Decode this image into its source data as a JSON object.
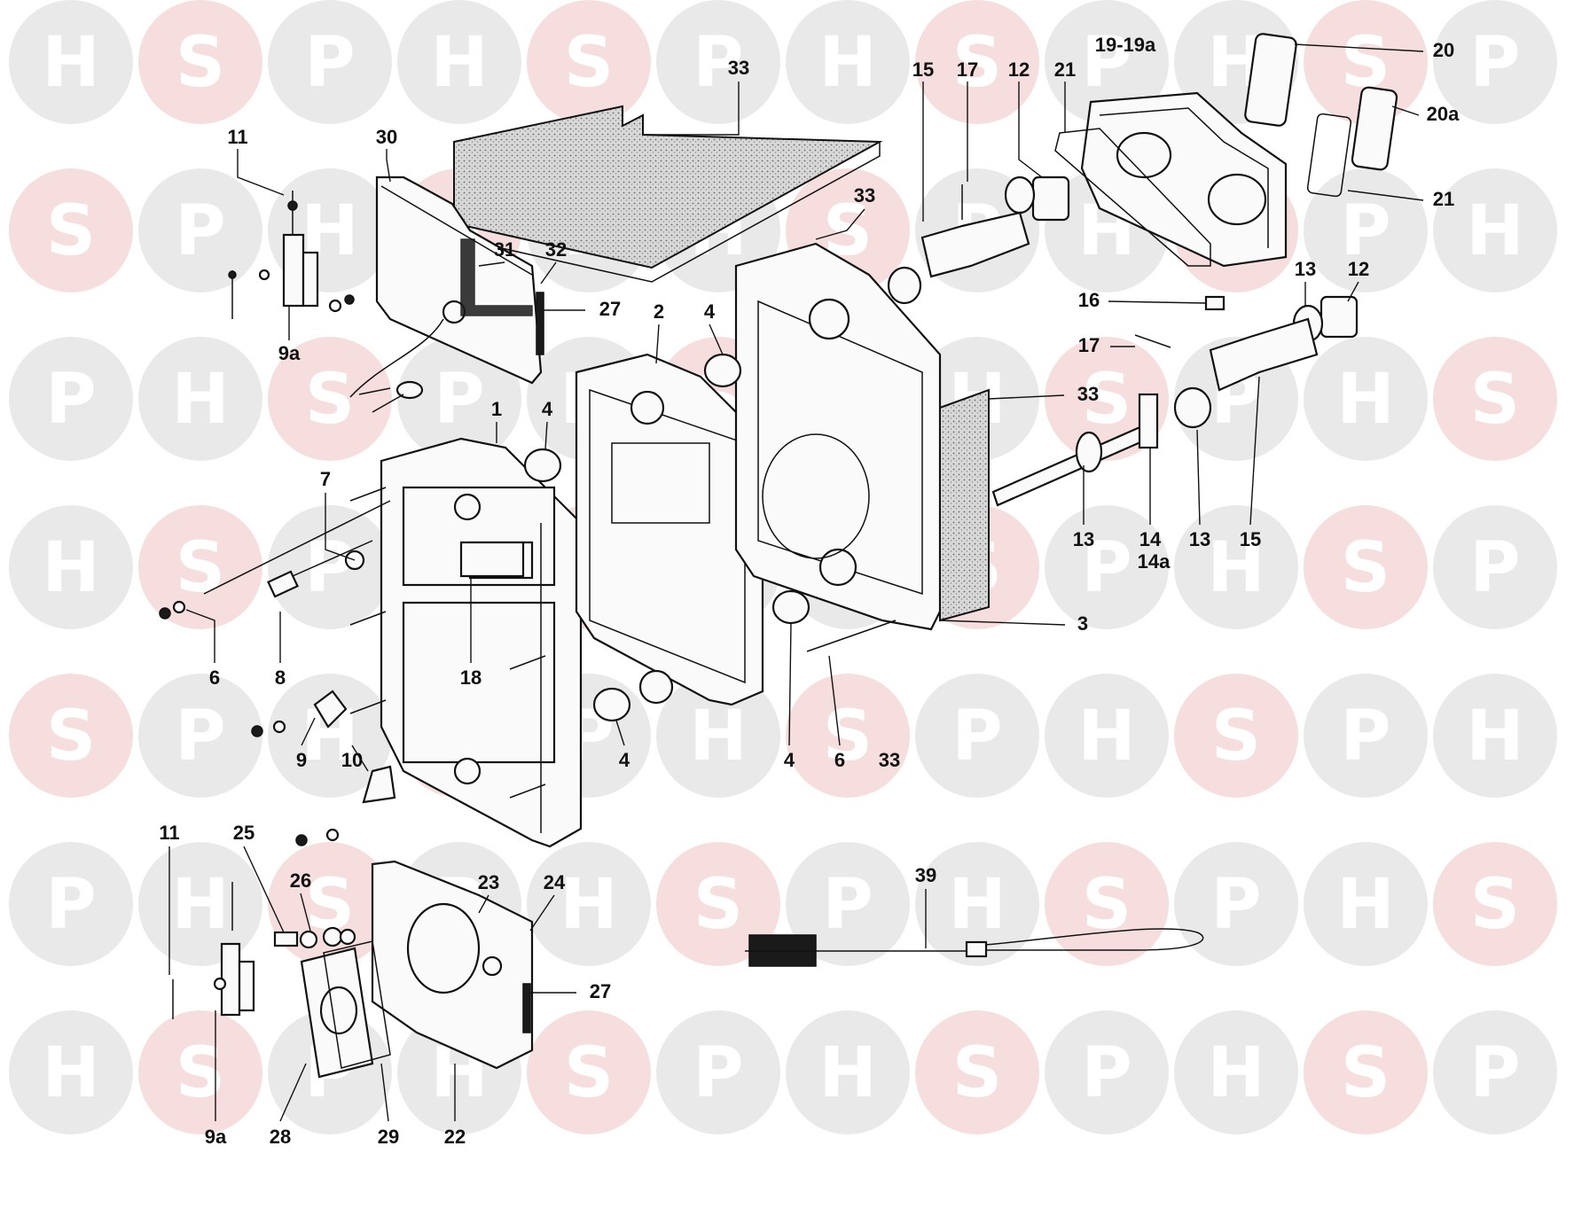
{
  "watermark": {
    "letters": [
      "H",
      "S",
      "P"
    ],
    "colors": {
      "H": "#e9e9e9",
      "S": "#f6dede",
      "P": "#e9e9e9"
    }
  },
  "callouts": [
    {
      "id": "c33a",
      "text": "33"
    },
    {
      "id": "c11a",
      "text": "11"
    },
    {
      "id": "c30",
      "text": "30"
    },
    {
      "id": "c9a_top",
      "text": "9a"
    },
    {
      "id": "c31",
      "text": "31"
    },
    {
      "id": "c32",
      "text": "32"
    },
    {
      "id": "c27a",
      "text": "27"
    },
    {
      "id": "c2",
      "text": "2"
    },
    {
      "id": "c4a",
      "text": "4"
    },
    {
      "id": "c1",
      "text": "1"
    },
    {
      "id": "c4b",
      "text": "4"
    },
    {
      "id": "c7",
      "text": "7"
    },
    {
      "id": "c6a",
      "text": "6"
    },
    {
      "id": "c8",
      "text": "8"
    },
    {
      "id": "c18",
      "text": "18"
    },
    {
      "id": "c9",
      "text": "9"
    },
    {
      "id": "c10",
      "text": "10"
    },
    {
      "id": "c4c",
      "text": "4"
    },
    {
      "id": "c4d",
      "text": "4"
    },
    {
      "id": "c6b",
      "text": "6"
    },
    {
      "id": "c33d",
      "text": "33"
    },
    {
      "id": "c3",
      "text": "3"
    },
    {
      "id": "c33b",
      "text": "33"
    },
    {
      "id": "c15a",
      "text": "15"
    },
    {
      "id": "c17a",
      "text": "17"
    },
    {
      "id": "c12a",
      "text": "12"
    },
    {
      "id": "c21a",
      "text": "21"
    },
    {
      "id": "c19",
      "text": "19-19a"
    },
    {
      "id": "c20",
      "text": "20"
    },
    {
      "id": "c20a",
      "text": "20a"
    },
    {
      "id": "c21b",
      "text": "21"
    },
    {
      "id": "c13a",
      "text": "13"
    },
    {
      "id": "c12b",
      "text": "12"
    },
    {
      "id": "c16",
      "text": "16"
    },
    {
      "id": "c17b",
      "text": "17"
    },
    {
      "id": "c33c",
      "text": "33"
    },
    {
      "id": "c13b",
      "text": "13"
    },
    {
      "id": "c14",
      "text": "14"
    },
    {
      "id": "c14a",
      "text": "14a"
    },
    {
      "id": "c13c",
      "text": "13"
    },
    {
      "id": "c15b",
      "text": "15"
    },
    {
      "id": "c11b",
      "text": "11"
    },
    {
      "id": "c25",
      "text": "25"
    },
    {
      "id": "c26",
      "text": "26"
    },
    {
      "id": "c23",
      "text": "23"
    },
    {
      "id": "c24",
      "text": "24"
    },
    {
      "id": "c27b",
      "text": "27"
    },
    {
      "id": "c9a_bot",
      "text": "9a"
    },
    {
      "id": "c28",
      "text": "28"
    },
    {
      "id": "c29",
      "text": "29"
    },
    {
      "id": "c22",
      "text": "22"
    },
    {
      "id": "c39",
      "text": "39"
    }
  ]
}
